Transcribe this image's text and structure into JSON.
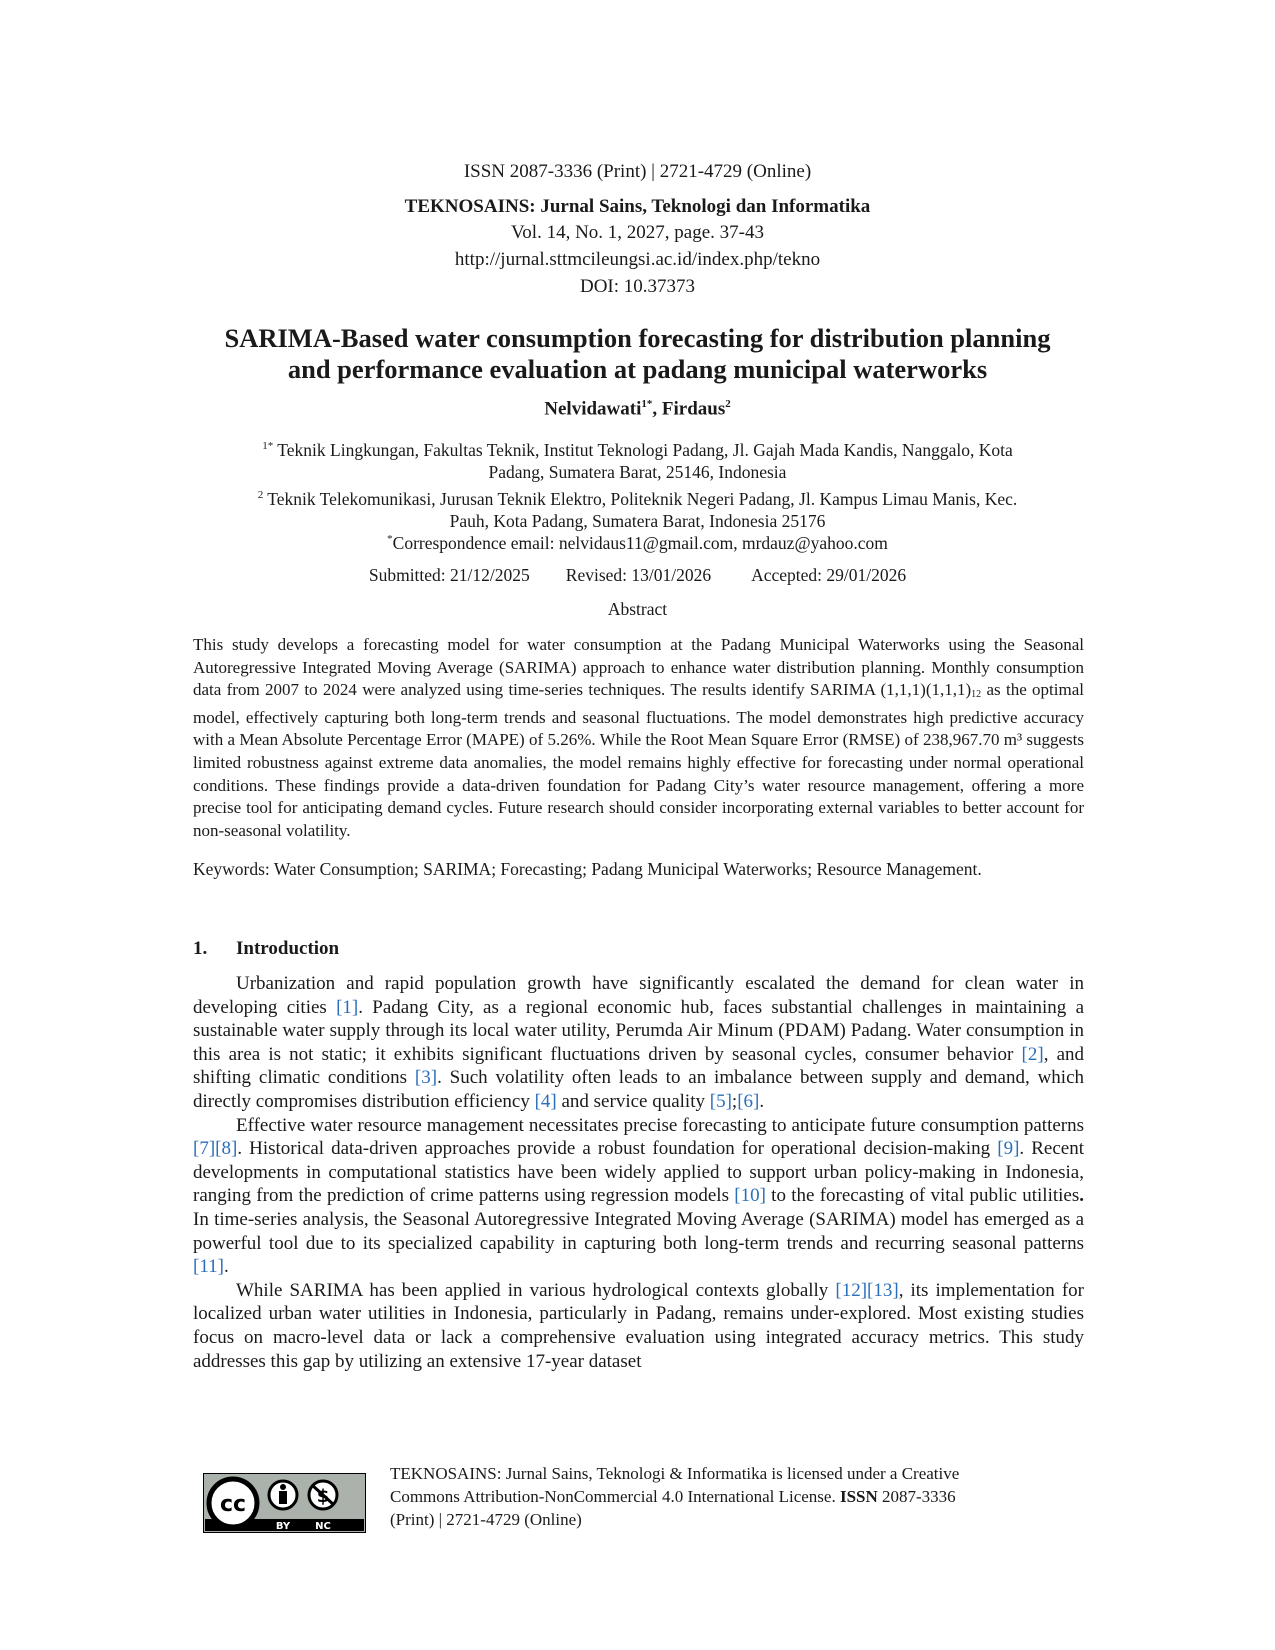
{
  "header": {
    "issn": "ISSN 2087-3336 (Print) | 2721-4729 (Online)",
    "journal": "TEKNOSAINS: Jurnal Sains, Teknologi dan Informatika",
    "volume": "Vol. 14, No. 1, 2027, page. 37-43",
    "url": "http://jurnal.sttmcileungsi.ac.id/index.php/tekno",
    "doi": "DOI: 10.37373"
  },
  "paper": {
    "title_line1": "SARIMA-Based water consumption forecasting for distribution planning",
    "title_line2": "and performance evaluation at padang municipal waterworks",
    "author1": "Nelvidawati",
    "author1_sup": "1*",
    "author_sep": ", ",
    "author2": "Firdaus",
    "author2_sup": "2",
    "aff1_mark": "1*",
    "aff1_line1": " Teknik Lingkungan, Fakultas Teknik, Institut Teknologi Padang, Jl. Gajah Mada Kandis, Nanggalo, Kota",
    "aff1_line2": "Padang, Sumatera Barat, 25146, Indonesia",
    "aff2_mark": "2",
    "aff2_line1": " Teknik Telekomunikasi, Jurusan Teknik Elektro, Politeknik Negeri Padang,  Jl. Kampus Limau Manis, Kec.",
    "aff2_line2": "Pauh, Kota Padang, Sumatera Barat, Indonesia 25176",
    "corr_mark": "*",
    "correspondence": "Correspondence email: nelvidaus11@gmail.com, mrdauz@yahoo.com",
    "submitted": "Submitted: 21/12/2025",
    "revised": "Revised: 13/01/2026",
    "accepted": "Accepted: 29/01/2026"
  },
  "abstract": {
    "heading": "Abstract",
    "text_part1": "This study develops a forecasting model for water consumption at the Padang Municipal Waterworks using the Seasonal Autoregressive Integrated Moving Average (SARIMA) approach to enhance water distribution planning. Monthly consumption data from 2007 to 2024 were analyzed using time-series techniques. The results identify SARIMA (1,1,1)(1,1,1)",
    "text_sub": "12",
    "text_part2": " as the optimal model, effectively capturing both long-term trends and seasonal fluctuations. The model demonstrates high predictive accuracy with a Mean Absolute Percentage Error (MAPE) of 5.26%. While the Root Mean Square Error (RMSE) of 238,967.70 m³ suggests limited robustness against extreme data anomalies, the model remains highly effective for forecasting under normal operational conditions. These findings provide a data-driven foundation for Padang City’s water resource management, offering a more precise tool for anticipating demand cycles. Future research should consider incorporating external variables to better account for non-seasonal volatility.",
    "keywords": "Keywords: Water Consumption; SARIMA; Forecasting; Padang Municipal Waterworks; Resource Management."
  },
  "intro": {
    "number": "1.",
    "heading": "Introduction",
    "p1": {
      "a": "Urbanization and rapid population growth have significantly escalated the demand for clean water in developing cities ",
      "c1": "[1]",
      "b": ". Padang City, as a regional economic hub, faces substantial challenges in maintaining a sustainable water supply through its local water utility, Perumda Air Minum (PDAM) Padang. Water consumption in this area is not static; it exhibits significant fluctuations driven by seasonal cycles, consumer behavior ",
      "c2": "[2]",
      "c": ", and shifting climatic conditions ",
      "c3": "[3]",
      "d": ". Such volatility often leads to an imbalance between supply and demand, which directly compromises distribution efficiency ",
      "c4": "[4]",
      "e": " and service quality ",
      "c5": "[5]",
      "f": ";",
      "c6": "[6]",
      "g": "."
    },
    "p2": {
      "a": "Effective water resource management necessitates precise forecasting to anticipate future consumption patterns ",
      "c1": "[7][8]",
      "b": ". Historical data-driven approaches provide a robust foundation for operational decision-making ",
      "c2": "[9]",
      "c": ". Recent developments in computational statistics have been widely applied to support urban policy-making in Indonesia, ranging from the prediction of crime patterns using regression models ",
      "c3": "[10]",
      "d": " to the forecasting of vital public utilities",
      "bold_dot": ".",
      "e": " In time-series analysis, the Seasonal Autoregressive Integrated Moving Average (SARIMA) model has emerged as a powerful tool due to its specialized capability in capturing both long-term trends and recurring seasonal patterns ",
      "c4": "[11]",
      "f": "."
    },
    "p3": {
      "a": "While SARIMA has been applied in various hydrological contexts globally ",
      "c1": "[12][13]",
      "b": ", its implementation for localized urban water utilities in Indonesia, particularly in Padang, remains under-explored. Most existing studies focus on macro-level data or lack a comprehensive evaluation using integrated accuracy metrics. This study addresses this gap by utilizing an extensive 17-year dataset"
    }
  },
  "footer": {
    "line1": "TEKNOSAINS: Jurnal Sains, Teknologi & Informatika is licensed under a Creative",
    "line2a": "Commons Attribution-NonCommercial 4.0 International License. ",
    "line2b": "ISSN",
    "line2c": " 2087-3336",
    "line3": "(Print) | 2721-4729 (Online)",
    "badge_cc": "cc",
    "badge_by": "BY",
    "badge_nc": "NC"
  }
}
